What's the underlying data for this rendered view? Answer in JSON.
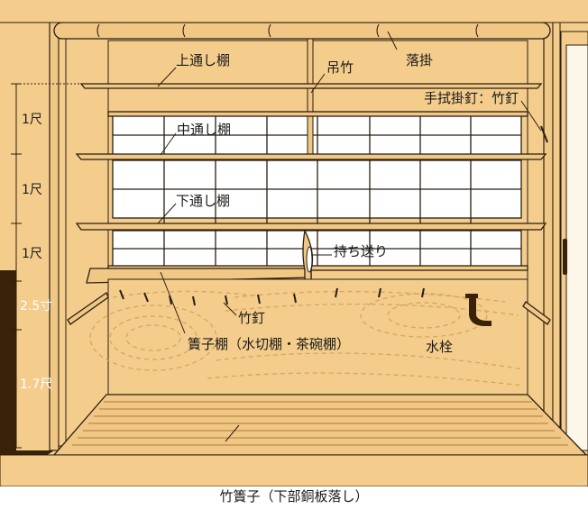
{
  "labels": {
    "upper_shelf": "上通し棚",
    "hanging_bamboo": "吊竹",
    "drop_beam": "落掛",
    "towel_nail": "手拭掛釘：竹釘",
    "middle_shelf": "中通し棚",
    "lower_shelf": "下通し棚",
    "mochiokuri": "持ち送り",
    "bamboo_nail": "竹釘",
    "drainboard_shelf": "簀子棚（水切棚・茶碗棚）",
    "faucet": "水栓",
    "bottom_caption": "竹簀子（下部銅板落し）"
  },
  "dimensions": {
    "d1": "1尺",
    "d2": "1尺",
    "d3": "1尺",
    "d4": "2.5寸",
    "d5": "1.7尺"
  },
  "colors": {
    "wall": "#f4cd8c",
    "wood": "#f0c785",
    "outline": "#2a1e10",
    "dark_post": "#3a2208",
    "grain": "#d9a45a",
    "glass": "#ffffff"
  }
}
